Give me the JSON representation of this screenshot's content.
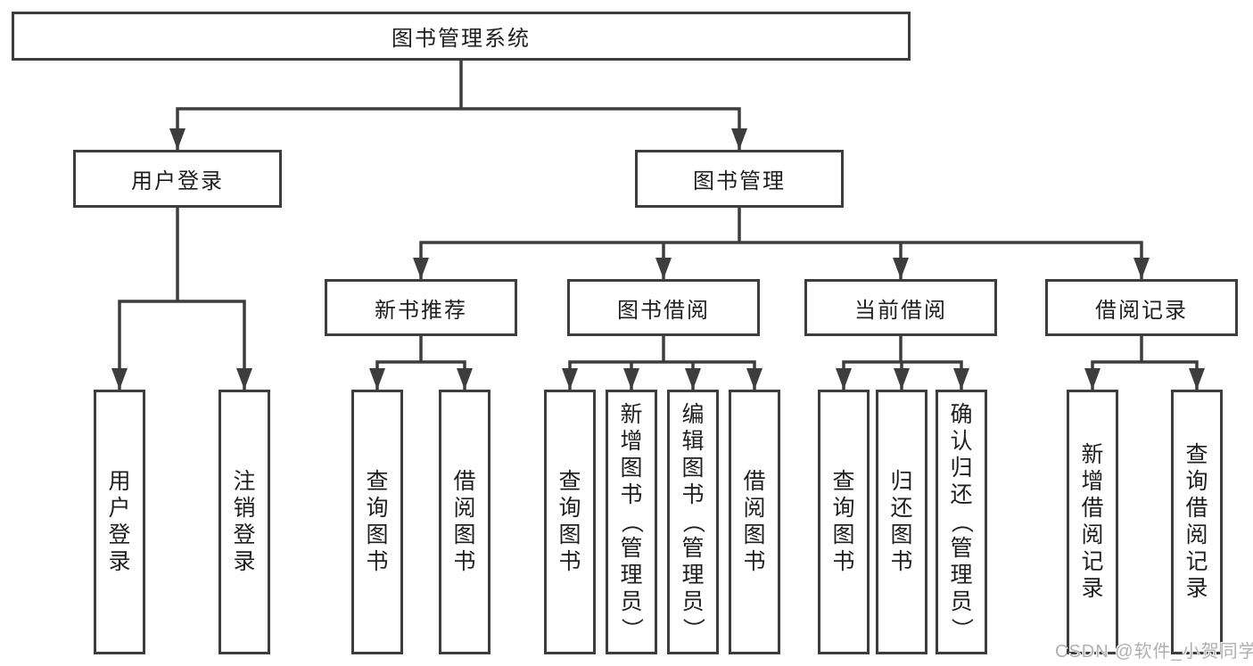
{
  "diagram": {
    "title": "图书管理系统",
    "level1": [
      {
        "label": "用户登录"
      },
      {
        "label": "图书管理"
      }
    ],
    "level2": [
      {
        "label": "新书推荐"
      },
      {
        "label": "图书借阅"
      },
      {
        "label": "当前借阅"
      },
      {
        "label": "借阅记录"
      }
    ],
    "leaves": [
      {
        "label": "用户登录"
      },
      {
        "label": "注销登录"
      },
      {
        "label": "查询图书"
      },
      {
        "label": "借阅图书"
      },
      {
        "label": "查询图书"
      },
      {
        "label": "新增图书（管理员）"
      },
      {
        "label": "编辑图书（管理员）"
      },
      {
        "label": "借阅图书"
      },
      {
        "label": "查询图书"
      },
      {
        "label": "归还图书"
      },
      {
        "label": "确认归还（管理员）"
      },
      {
        "label": "新增借阅记录"
      },
      {
        "label": "查询借阅记录"
      }
    ],
    "watermark": "CSDN @软件_小贺同学",
    "colors": {
      "line": "#3d3d3d",
      "text": "#1f1f1f",
      "watermark": "#b0b0b0",
      "background": "#ffffff"
    }
  }
}
